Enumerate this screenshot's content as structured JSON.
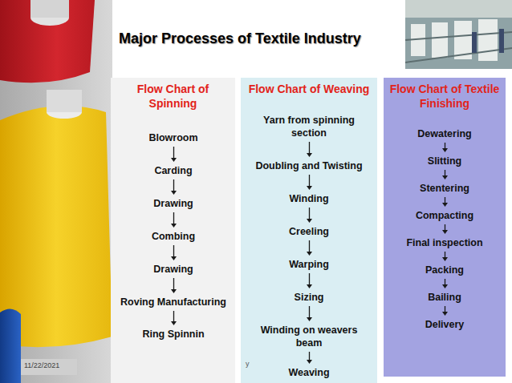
{
  "diagram": {
    "title": "Major Processes of Textile Industry",
    "nodes": [
      {
        "text": [
          "Flow Chart of Spinning"
        ]
      },
      {
        "text": [
          "Blowroom"
        ],
        "in": 0
      },
      {
        "text": [
          "Carding"
        ],
        "in": 0
      },
      {
        "text": [
          "Drawing"
        ],
        "in": 0
      },
      {
        "text": [
          "Combing"
        ],
        "in": 0
      },
      {
        "text": [
          "Drawing"
        ],
        "in": 0
      },
      {
        "text": [
          "Roving Manufacturing"
        ],
        "in": 0
      },
      {
        "text": [
          "Ring Spinnin"
        ],
        "in": 0
      },
      {
        "text": [
          "Flow Chart of Weaving"
        ]
      },
      {
        "text": [
          "Yarn from spinning section"
        ],
        "in": 8
      },
      {
        "text": [
          "Doubling and Twisting"
        ],
        "in": 8
      },
      {
        "text": [
          "Winding"
        ],
        "in": 8
      },
      {
        "text": [
          "Creeling"
        ],
        "in": 8
      },
      {
        "text": [
          "Warping"
        ],
        "in": 8
      },
      {
        "text": [
          "Sizing"
        ],
        "in": 8
      },
      {
        "text": [
          "Winding on weavers beam"
        ],
        "in": 8
      },
      {
        "text": [
          "Weaving"
        ],
        "in": 8
      },
      {
        "text": [
          "Flow Chart of Textile Finishing"
        ]
      },
      {
        "text": [
          "Dewatering"
        ],
        "in": 17
      },
      {
        "text": [
          "Slitting"
        ],
        "in": 17
      },
      {
        "text": [
          "Stentering"
        ],
        "in": 17
      },
      {
        "text": [
          "Compacting"
        ],
        "in": 17
      },
      {
        "text": [
          "Final inspection"
        ],
        "in": 17
      },
      {
        "text": [
          "Packing"
        ],
        "in": 17
      },
      {
        "text": [
          "Bailing"
        ],
        "in": 17
      },
      {
        "text": [
          "Delivery"
        ],
        "in": 17
      }
    ],
    "edges": [
      {
        "from": 1,
        "to": 2,
        "arrow": "to"
      },
      {
        "from": 2,
        "to": 3,
        "arrow": "to"
      },
      {
        "from": 3,
        "to": 4,
        "arrow": "to"
      },
      {
        "from": 4,
        "to": 5,
        "arrow": "to"
      },
      {
        "from": 5,
        "to": 6,
        "arrow": "to"
      },
      {
        "from": 6,
        "to": 7,
        "arrow": "to"
      },
      {
        "from": 9,
        "to": 10,
        "arrow": "to"
      },
      {
        "from": 10,
        "to": 11,
        "arrow": "to"
      },
      {
        "from": 11,
        "to": 12,
        "arrow": "to"
      },
      {
        "from": 12,
        "to": 13,
        "arrow": "to"
      },
      {
        "from": 13,
        "to": 14,
        "arrow": "to"
      },
      {
        "from": 14,
        "to": 15,
        "arrow": "to"
      },
      {
        "from": 15,
        "to": 16,
        "arrow": "to"
      },
      {
        "from": 18,
        "to": 19,
        "arrow": "to"
      },
      {
        "from": 19,
        "to": 20,
        "arrow": "to"
      },
      {
        "from": 20,
        "to": 21,
        "arrow": "to"
      },
      {
        "from": 21,
        "to": 22,
        "arrow": "to"
      },
      {
        "from": 22,
        "to": 23,
        "arrow": "to"
      },
      {
        "from": 23,
        "to": 24,
        "arrow": "to"
      },
      {
        "from": 24,
        "to": 25,
        "arrow": "to"
      }
    ],
    "labels": [
      "11/22/2021",
      "y"
    ]
  }
}
